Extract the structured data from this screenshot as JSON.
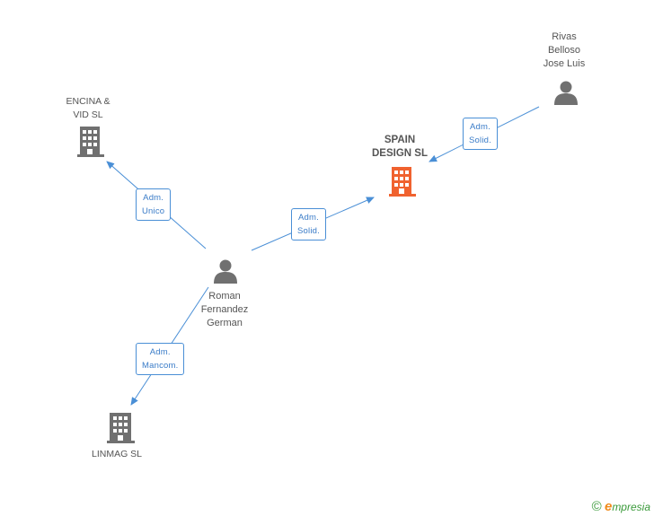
{
  "nodes": {
    "rivas": {
      "label": "Rivas\nBelloso\nJose Luis"
    },
    "encina": {
      "label": "ENCINA &\nVID SL"
    },
    "spain": {
      "label": "SPAIN\nDESIGN SL"
    },
    "roman": {
      "label": "Roman\nFernandez\nGerman"
    },
    "linmag": {
      "label": "LINMAG SL"
    }
  },
  "edges": {
    "unico": {
      "label": "Adm.\nUnico"
    },
    "solid1": {
      "label": "Adm.\nSolid."
    },
    "solid2": {
      "label": "Adm.\nSolid."
    },
    "mancom": {
      "label": "Adm.\nMancom."
    }
  },
  "colors": {
    "edge": "#4a8fd6",
    "building": "#707070",
    "main_building": "#f0622f",
    "person": "#707070"
  },
  "footer": {
    "copyright": "©",
    "brand_e": "e",
    "brand_rest": "mpresia"
  }
}
